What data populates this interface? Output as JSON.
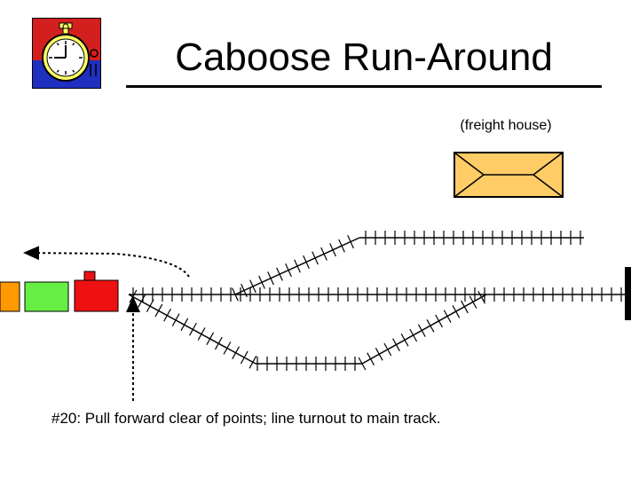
{
  "slide": {
    "title": "Caboose Run-Around",
    "freight_house_label": "(freight house)",
    "caption": "#20:  Pull forward clear of points;  line turnout to main track."
  },
  "colors": {
    "logo_red": "#d41f1f",
    "logo_blue": "#1f2fbf",
    "clock_face": "#ffff66",
    "freight_house_fill": "#ffcc66",
    "car_orange": "#ff9900",
    "car_green": "#66ee44",
    "caboose_red": "#ee1111"
  },
  "icons": {
    "logo": "stopwatch-icon"
  }
}
